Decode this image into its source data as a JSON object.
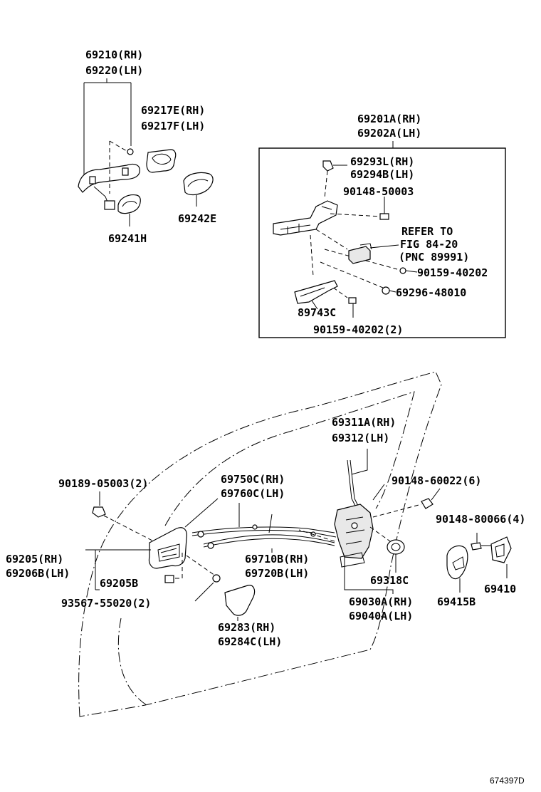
{
  "labels": {
    "p69210": "69210(RH)",
    "p69220": "69220(LH)",
    "p69217E": "69217E(RH)",
    "p69217F": "69217F(LH)",
    "p69241H": "69241H",
    "p69242E": "69242E",
    "p69201A": "69201A(RH)",
    "p69202A": "69202A(LH)",
    "p69293L": "69293L(RH)",
    "p69294B": "69294B(LH)",
    "p90148_50003": "90148-50003",
    "refer1": "REFER TO",
    "refer2": "FIG 84-20",
    "refer3": "(PNC 89991)",
    "p90159_40202": "90159-40202",
    "p69296_48010": "69296-48010",
    "p89743C": "89743C",
    "p90159_40202_2": "90159-40202(2)",
    "p69311A": "69311A(RH)",
    "p69312": "69312(LH)",
    "p90189_05003": "90189-05003(2)",
    "p69750C": "69750C(RH)",
    "p69760C": "69760C(LH)",
    "p90148_60022": "90148-60022(6)",
    "p90148_80066": "90148-80066(4)",
    "p69205": "69205(RH)",
    "p69206B": "69206B(LH)",
    "p69710B": "69710B(RH)",
    "p69720B": "69720B(LH)",
    "p69205B": "69205B",
    "p69318C": "69318C",
    "p69410": "69410",
    "p93567": "93567-55020(2)",
    "p69030A": "69030A(RH)",
    "p69040A": "69040A(LH)",
    "p69415B": "69415B",
    "p69283": "69283(RH)",
    "p69284C": "69284C(LH)",
    "figure_code": "674397D"
  }
}
